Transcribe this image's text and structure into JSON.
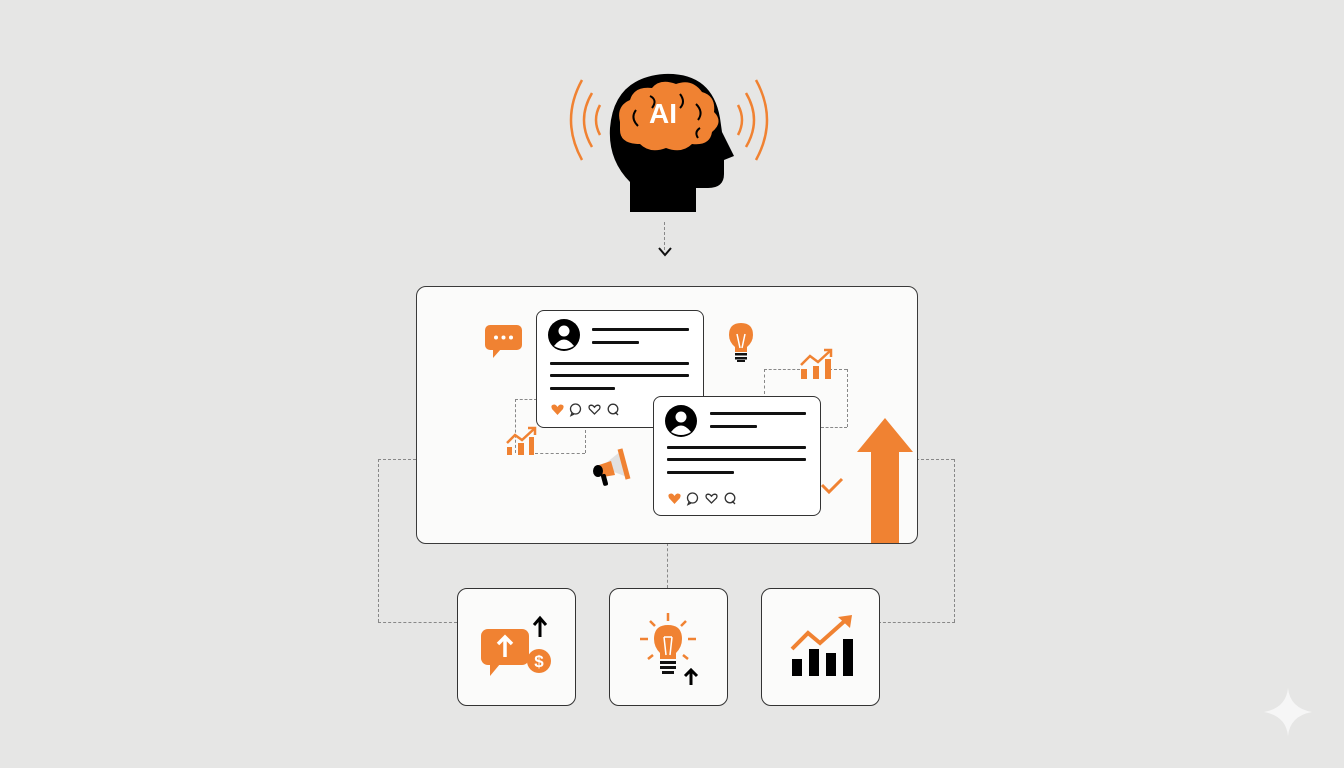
{
  "diagram": {
    "title_label": "AI",
    "nodes": [
      {
        "id": "ai-head",
        "label": "AI",
        "icon": "brain-head-icon"
      },
      {
        "id": "social-panel",
        "label": "",
        "icon": "social-posts"
      },
      {
        "id": "tile-engagement-revenue",
        "label": "",
        "icon": "chat-dollar-up-icon"
      },
      {
        "id": "tile-ideas",
        "label": "",
        "icon": "lightbulb-up-icon"
      },
      {
        "id": "tile-growth",
        "label": "",
        "icon": "bar-chart-trend-icon"
      }
    ],
    "edges": [
      {
        "from": "ai-head",
        "to": "social-panel",
        "style": "dashed-arrow"
      },
      {
        "from": "social-panel",
        "to": "tile-engagement-revenue",
        "style": "dashed"
      },
      {
        "from": "social-panel",
        "to": "tile-ideas",
        "style": "dashed"
      },
      {
        "from": "social-panel",
        "to": "tile-growth",
        "style": "dashed"
      }
    ]
  },
  "colors": {
    "accent": "#f08232",
    "ink": "#111111",
    "background": "#e6e6e5",
    "card": "#fbfbfa"
  },
  "posts": [
    {
      "reactions": [
        "heart-filled",
        "comment",
        "heart-outline",
        "search"
      ]
    },
    {
      "reactions": [
        "heart-filled",
        "comment",
        "heart-outline",
        "search"
      ]
    }
  ]
}
